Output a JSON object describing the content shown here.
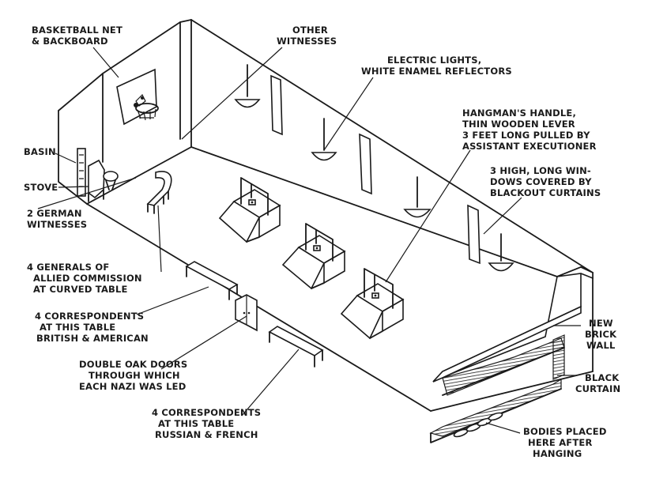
{
  "labels": {
    "basketball": [
      "BASKETBALL NET",
      "& BACKBOARD"
    ],
    "other_witnesses": [
      "OTHER",
      "WITNESSES"
    ],
    "electric_lights": [
      "ELECTRIC LIGHTS,",
      "WHITE ENAMEL REFLECTORS"
    ],
    "hangman_handle": [
      "HANGMAN'S HANDLE,",
      "THIN WOODEN LEVER",
      "3 FEET LONG PULLED BY",
      "ASSISTANT EXECUTIONER"
    ],
    "windows": [
      "3 HIGH, LONG WIN-",
      "DOWS COVERED BY",
      "BLACKOUT CURTAINS"
    ],
    "basin": "BASIN",
    "stove": "STOVE",
    "german_witnesses": [
      "2 GERMAN",
      "WITNESSES"
    ],
    "generals": [
      "4 GENERALS OF",
      "ALLIED COMMISSION",
      "AT CURVED TABLE"
    ],
    "correspondents_ba": [
      "4 CORRESPONDENTS",
      "AT THIS TABLE",
      "BRITISH & AMERICAN"
    ],
    "oak_doors": [
      "DOUBLE OAK DOORS",
      "THROUGH WHICH",
      "EACH NAZI WAS LED"
    ],
    "correspondents_rf": [
      "4 CORRESPONDENTS",
      "AT THIS TABLE",
      "RUSSIAN & FRENCH"
    ],
    "brick_wall": [
      "NEW",
      "BRICK",
      "WALL"
    ],
    "black_curtain": [
      "BLACK",
      "CURTAIN"
    ],
    "bodies": [
      "BODIES PLACED",
      "HERE AFTER",
      "HANGING"
    ]
  }
}
